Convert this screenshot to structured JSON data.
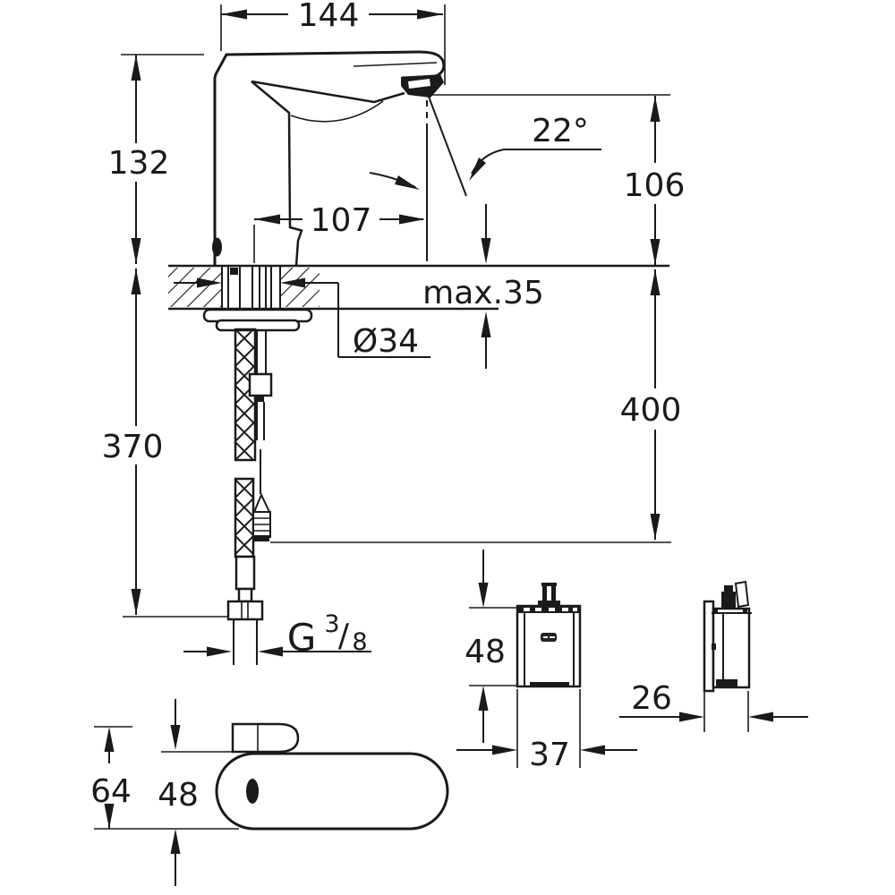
{
  "drawing": {
    "type": "technical-dimension-drawing",
    "subject": "electronic sensor basin faucet with control box",
    "line_color": "#1a1a1a",
    "background_color": "#ffffff",
    "labels": {
      "spout_width": "144",
      "body_height": "132",
      "spray_angle": "22°",
      "outlet_height": "106",
      "outlet_reach": "107",
      "deck_thickness": "max.35",
      "hole_diameter": "Ø34",
      "install_height": "400",
      "hose_length": "370",
      "thread_g": "G",
      "thread_numerator": "3",
      "thread_slash": "/",
      "thread_denominator": "8",
      "control_box_height": "48",
      "control_box_width": "37",
      "control_box_depth": "26",
      "plan_total_width": "64",
      "plan_body_width": "48"
    }
  }
}
